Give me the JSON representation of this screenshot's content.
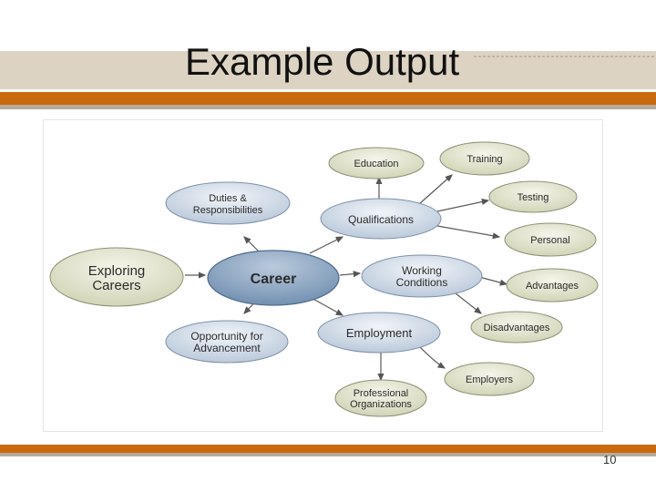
{
  "slide": {
    "title": "Example Output",
    "page_number": "10"
  },
  "diagram": {
    "center": "Career",
    "input": "Exploring Careers",
    "nodes": {
      "duties": [
        "Duties &",
        "Responsibilities"
      ],
      "opportunity": [
        "Opportunity for",
        "Advancement"
      ],
      "qualifications": "Qualifications",
      "working": [
        "Working",
        "Conditions"
      ],
      "employment": "Employment",
      "education": "Education",
      "training": "Training",
      "testing": "Testing",
      "personal": "Personal",
      "advantages": "Advantages",
      "disadvantages": "Disadvantages",
      "employers": "Employers",
      "professional": [
        "Professional",
        "Organizations"
      ]
    }
  },
  "colors": {
    "accent_orange": "#c96a0e",
    "band_tan": "#dcd3c2",
    "blue_node": "#c7d4e2",
    "olive_node": "#d9dbc2",
    "center_node": "#7f9bbb"
  }
}
